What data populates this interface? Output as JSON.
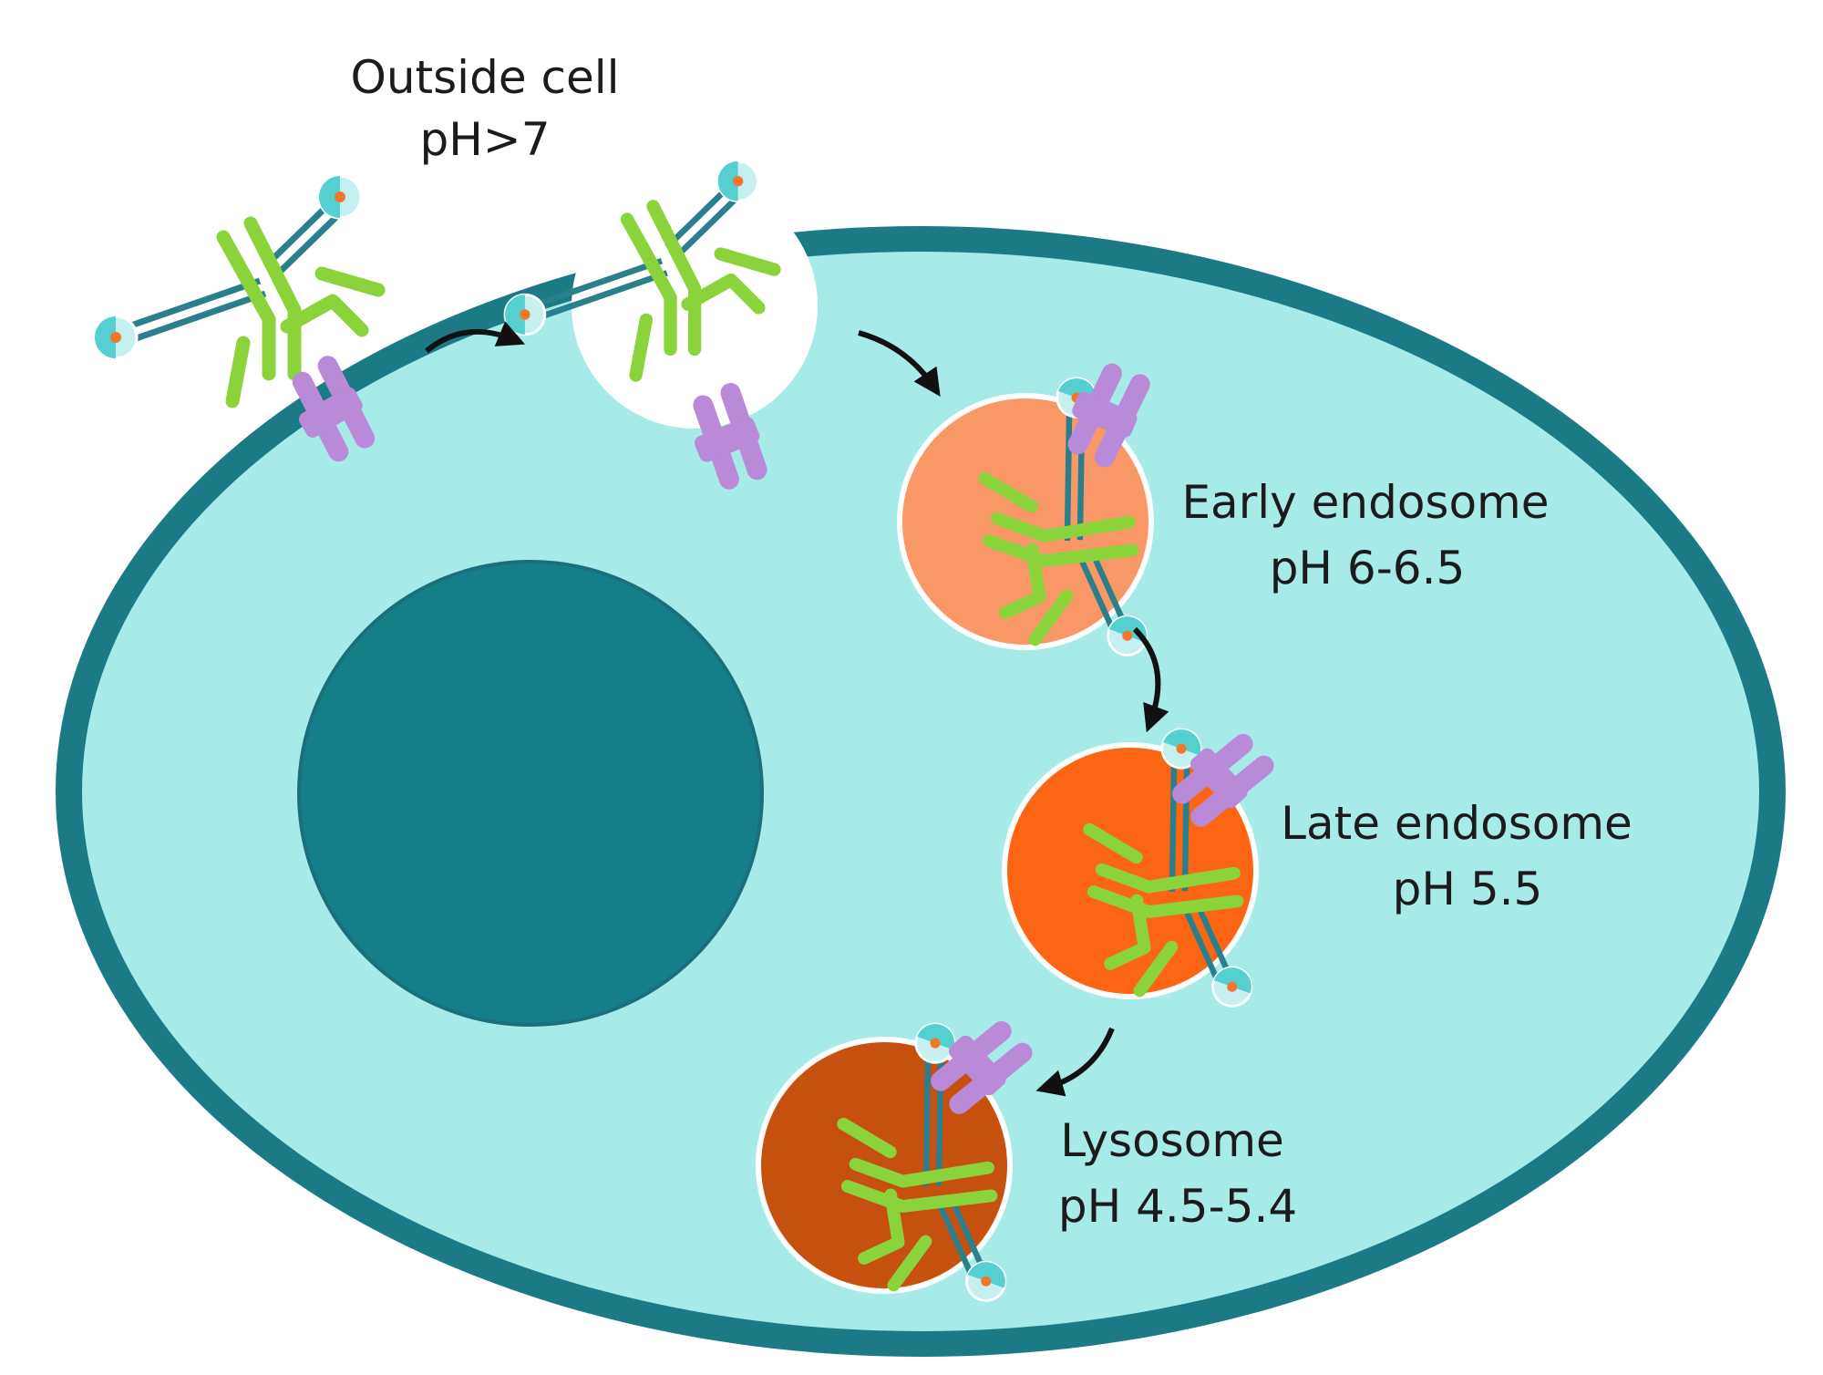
{
  "labels": {
    "outside": {
      "line1": "Outside cell",
      "line2": "pH>7"
    },
    "early": {
      "line1": "Early endosome",
      "line2": "pH 6-6.5"
    },
    "late": {
      "line1": "Late endosome",
      "line2": "pH 5.5"
    },
    "lysosome": {
      "line1": "Lysosome",
      "line2": "pH 4.5-5.4"
    }
  },
  "colors": {
    "cell_membrane": "#1b7a86",
    "cytoplasm": "#a7ebe9",
    "nucleus": "#167e88",
    "vesicle_forming": "#ffffff",
    "early_endosome": "#f99866",
    "late_endosome": "#fb6514",
    "lysosome": "#c6500e",
    "antibody_heavy_chain": "#8bd33a",
    "antibody_linker": "#2a7f8c",
    "payload": "#55cfd0",
    "receptor": "#b98ad7",
    "arrow": "#111111"
  }
}
